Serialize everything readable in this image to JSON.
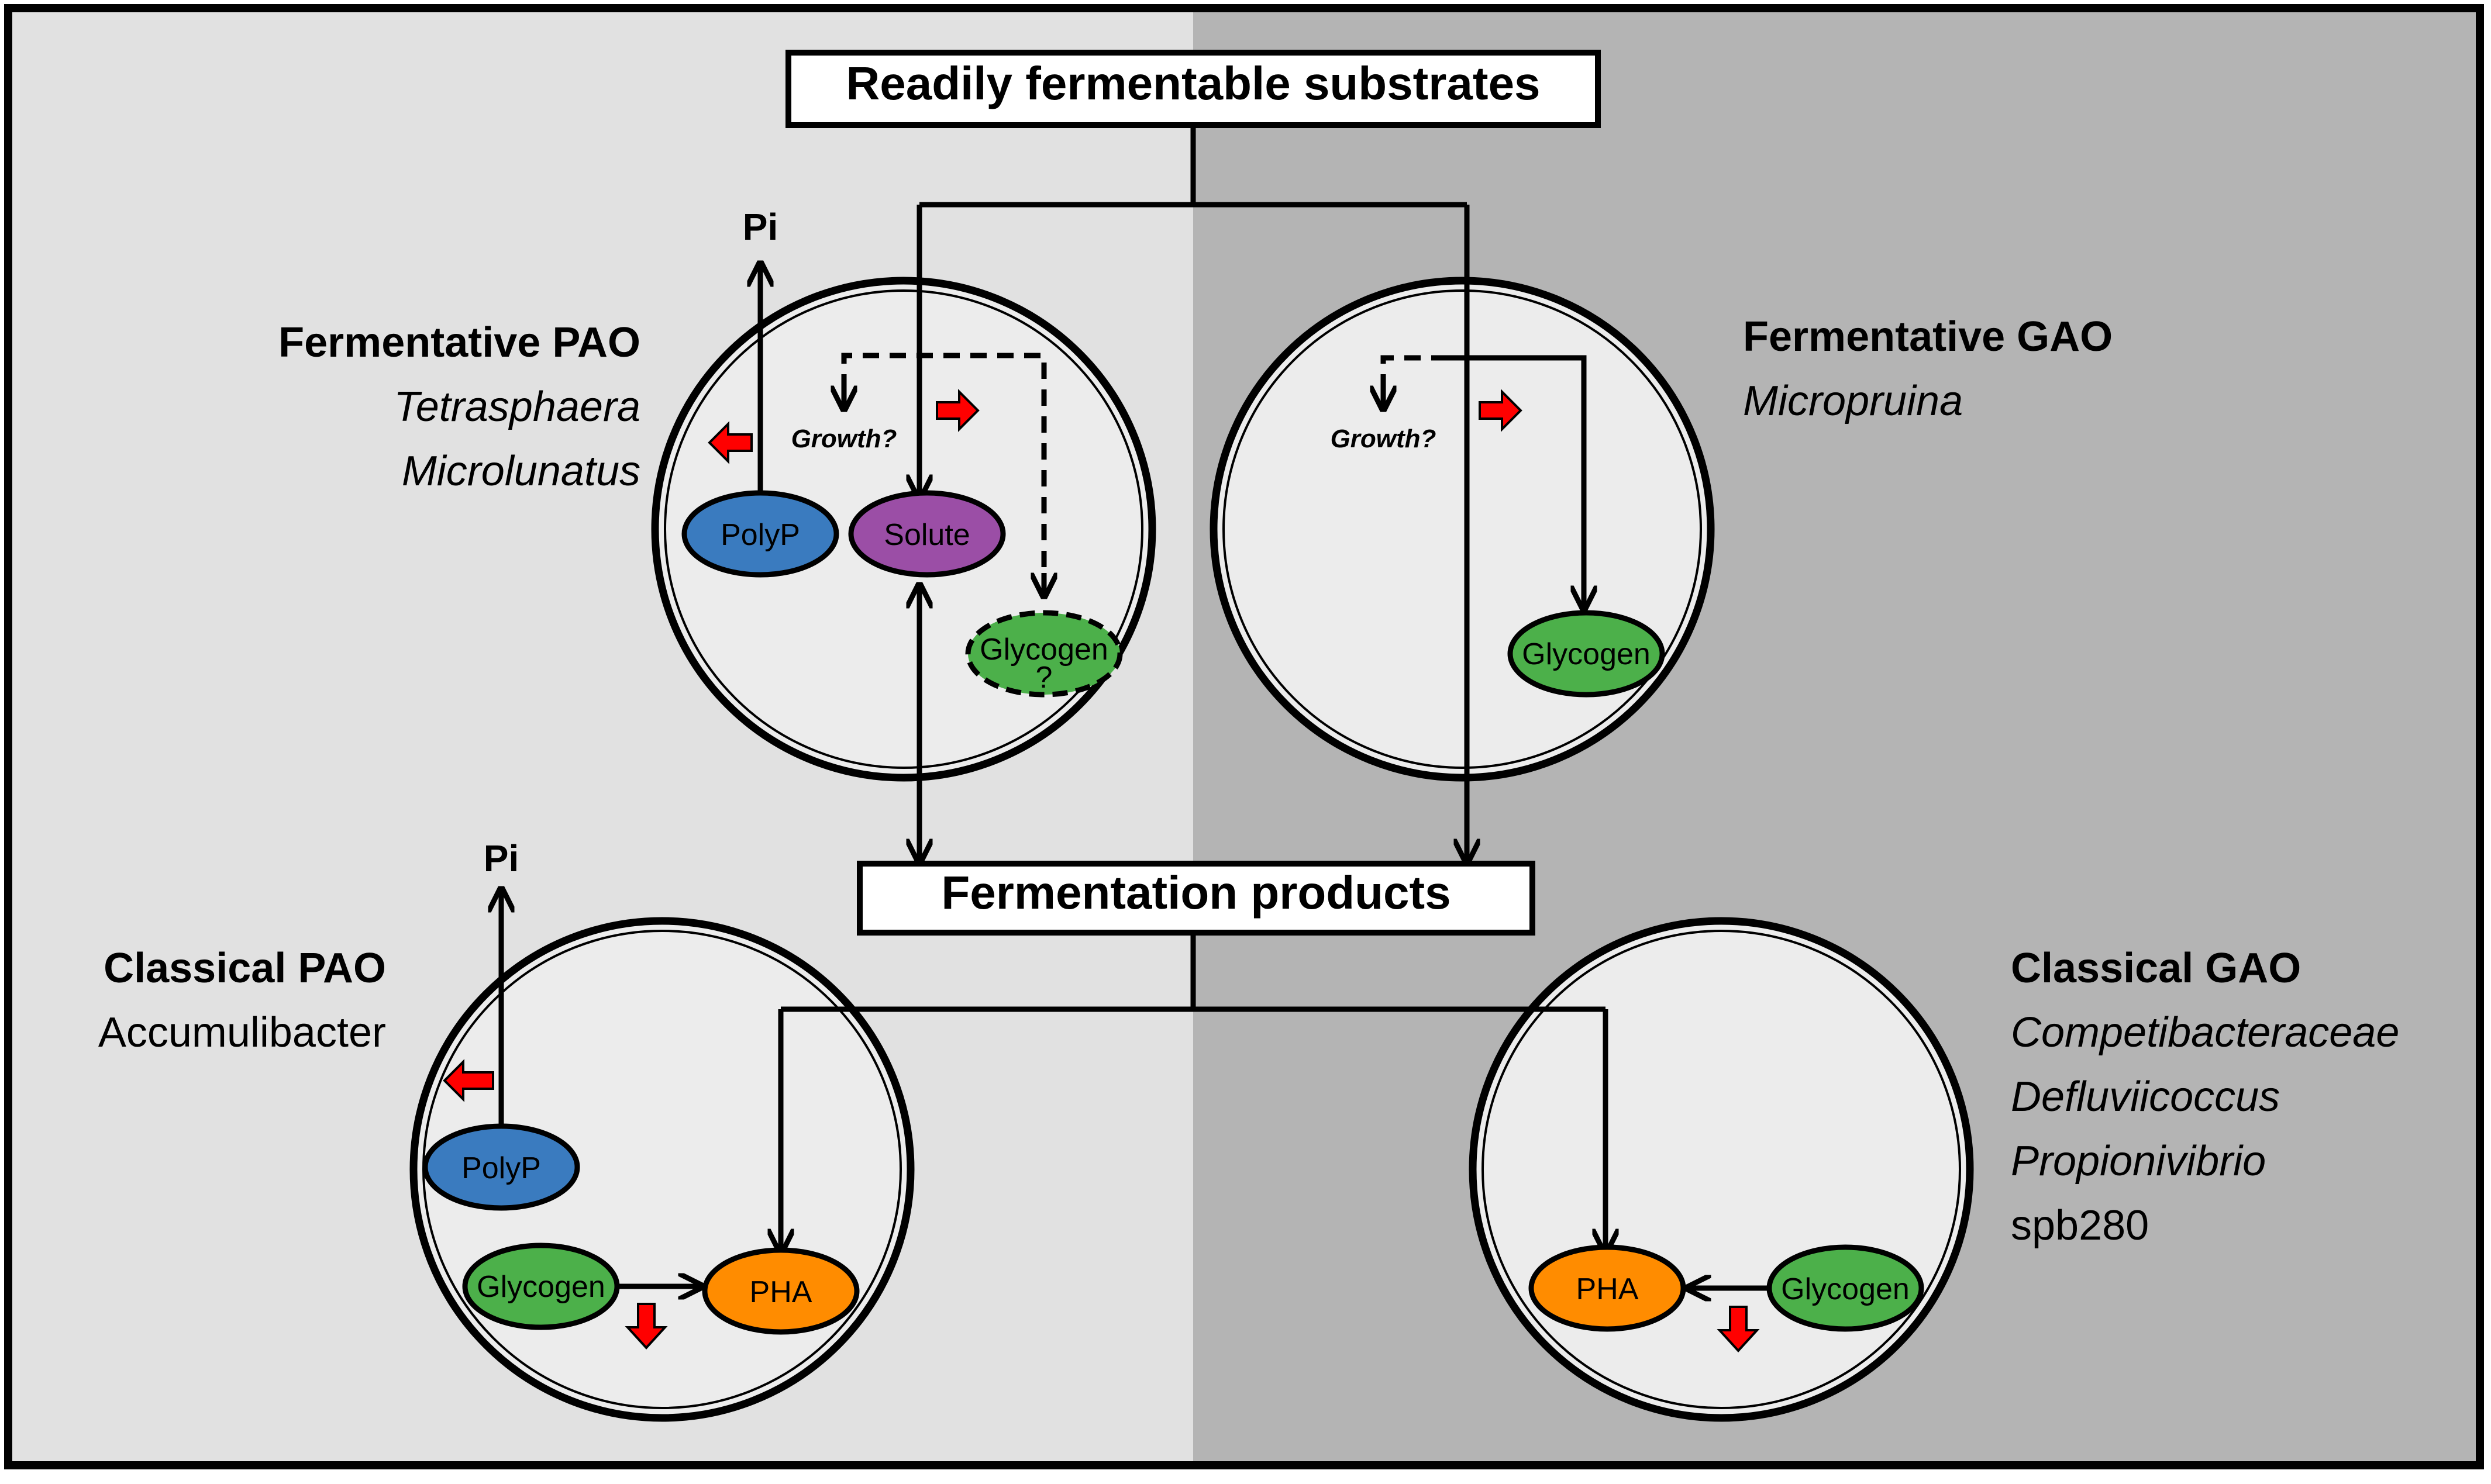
{
  "colors": {
    "left_bg": "#e1e1e1",
    "right_bg": "#b4b4b4",
    "cell_fill": "#ececec",
    "polyp": "#3a7bbf",
    "solute": "#9b4ea6",
    "glycogen": "#4cb04a",
    "pha": "#ff8c00",
    "red_arrow": "#ff0000"
  },
  "top_box": {
    "label": "Readily fermentable substrates"
  },
  "middle_box": {
    "label": "Fermentation products"
  },
  "fermentative_pao": {
    "title": "Fermentative PAO",
    "organisms": [
      "Tetrasphaera",
      "Microlunatus"
    ],
    "pi_label": "Pi",
    "growth_label": "Growth?",
    "polyp_label": "PolyP",
    "solute_label": "Solute",
    "glycogen_label": "Glycogen",
    "glycogen_qmark": "?"
  },
  "fermentative_gao": {
    "title": "Fermentative GAO",
    "organisms": [
      "Micropruina"
    ],
    "growth_label": "Growth?",
    "glycogen_label": "Glycogen"
  },
  "classical_pao": {
    "title": "Classical PAO",
    "organisms": [
      "Accumulibacter"
    ],
    "pi_label": "Pi",
    "polyp_label": "PolyP",
    "glycogen_label": "Glycogen",
    "pha_label": "PHA"
  },
  "classical_gao": {
    "title": "Classical GAO",
    "organisms_italic": [
      "Competibacteraceae",
      "Defluviicoccus",
      "Propionivibrio"
    ],
    "organisms_plain": [
      "spb280"
    ],
    "pha_label": "PHA",
    "glycogen_label": "Glycogen"
  },
  "icons": [
    "red-arrow-left-icon",
    "red-arrow-right-icon",
    "red-arrow-down-icon"
  ]
}
